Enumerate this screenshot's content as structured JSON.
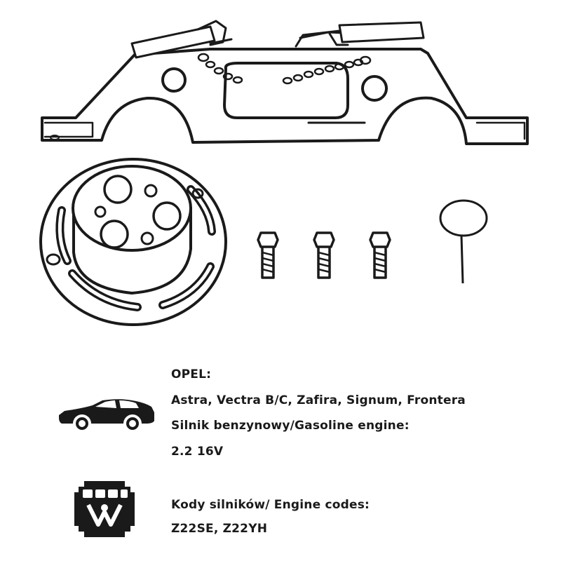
{
  "brand": "OPEL:",
  "models": "Astra, Vectra B/C, Zafira, Signum, Frontera",
  "engine_type_label": "Silnik benzynowy/Gasoline engine:",
  "engine_displacement": "2.2 16V",
  "engine_codes_label": "Kody silników/ Engine codes:",
  "engine_codes": "Z22SE, Z22YH",
  "icons": {
    "car": "car-icon",
    "engine": "engine-icon"
  },
  "colors": {
    "line": "#1a1a1a",
    "background": "#ffffff"
  }
}
